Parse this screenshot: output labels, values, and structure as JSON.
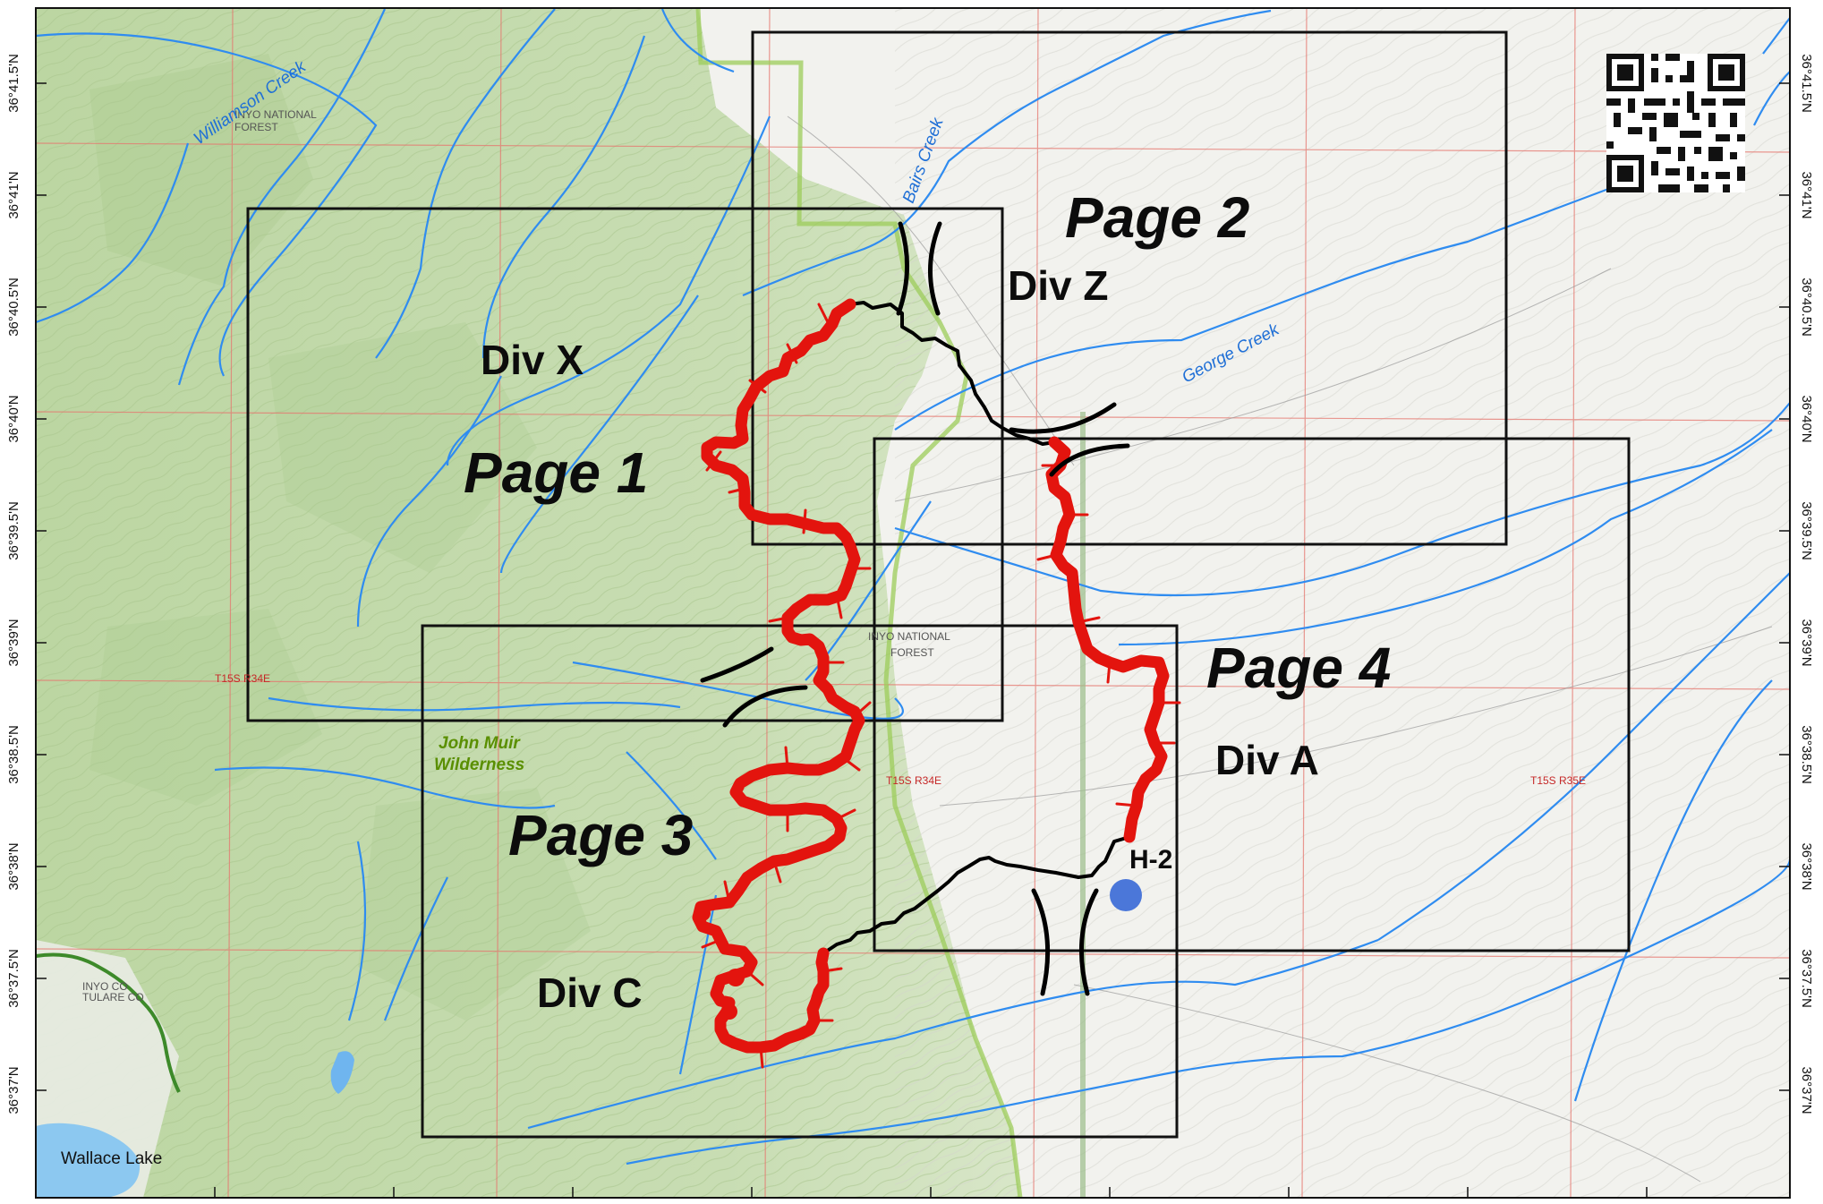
{
  "map": {
    "lat_labels_left": [
      "36°41.5'N",
      "36°41'N",
      "36°40.5'N",
      "36°40'N",
      "36°39.5'N",
      "36°39'N",
      "36°38.5'N",
      "36°38'N",
      "36°37.5'N",
      "36°37'N"
    ],
    "lat_labels_right": [
      "36°41.5'N",
      "36°41'N",
      "36°40.5'N",
      "36°40'N",
      "36°39.5'N",
      "36°39'N",
      "36°38.5'N",
      "36°38'N",
      "36°37.5'N",
      "36°37'N"
    ],
    "pages": [
      {
        "label": "Page 1"
      },
      {
        "label": "Page 2"
      },
      {
        "label": "Page 3"
      },
      {
        "label": "Page 4"
      }
    ],
    "divisions": [
      {
        "label": "Div X"
      },
      {
        "label": "Div Z"
      },
      {
        "label": "Div A"
      },
      {
        "label": "Div C"
      }
    ],
    "creeks": {
      "williamson": "Williamson Creek",
      "bairs": "Bairs Creek",
      "george": "George Creek"
    },
    "wilderness": {
      "line1": "John Muir",
      "line2": "Wilderness"
    },
    "lake": "Wallace Lake",
    "helispot": {
      "label": "H-2",
      "color": "#4b77d9"
    },
    "minor_labels": {
      "inyo_nf": "INYO NATIONAL",
      "inyo_forest_1": "INYO NATIONAL",
      "inyo_forest_2": "FOREST",
      "forest": "FOREST",
      "twp_1": "T15S R34E",
      "twp_2": "T15S R34E",
      "twp_3": "T15S R35E",
      "tulare": "TULARE CO",
      "inyo_co": "INYO CO"
    },
    "colors": {
      "fire_line": "#e3140e",
      "control_line": "#000000",
      "water": "#2f8cf0",
      "forest": "#c6dcae",
      "open": "#f3f3ef",
      "section_lines": "#e5776f"
    },
    "qr_code": "qr-code"
  }
}
